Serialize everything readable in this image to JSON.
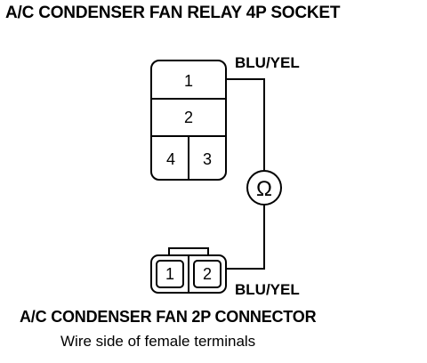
{
  "relay_socket": {
    "title": "A/C CONDENSER FAN RELAY 4P SOCKET",
    "terminals": [
      "1",
      "2",
      "4",
      "3"
    ]
  },
  "connector": {
    "title": "A/C CONDENSER FAN 2P CONNECTOR",
    "subtitle": "Wire side of female terminals",
    "terminals": [
      "1",
      "2"
    ]
  },
  "wires": {
    "top_color": "BLU/YEL",
    "bottom_color": "BLU/YEL"
  },
  "meter": {
    "symbol": "Ω"
  }
}
